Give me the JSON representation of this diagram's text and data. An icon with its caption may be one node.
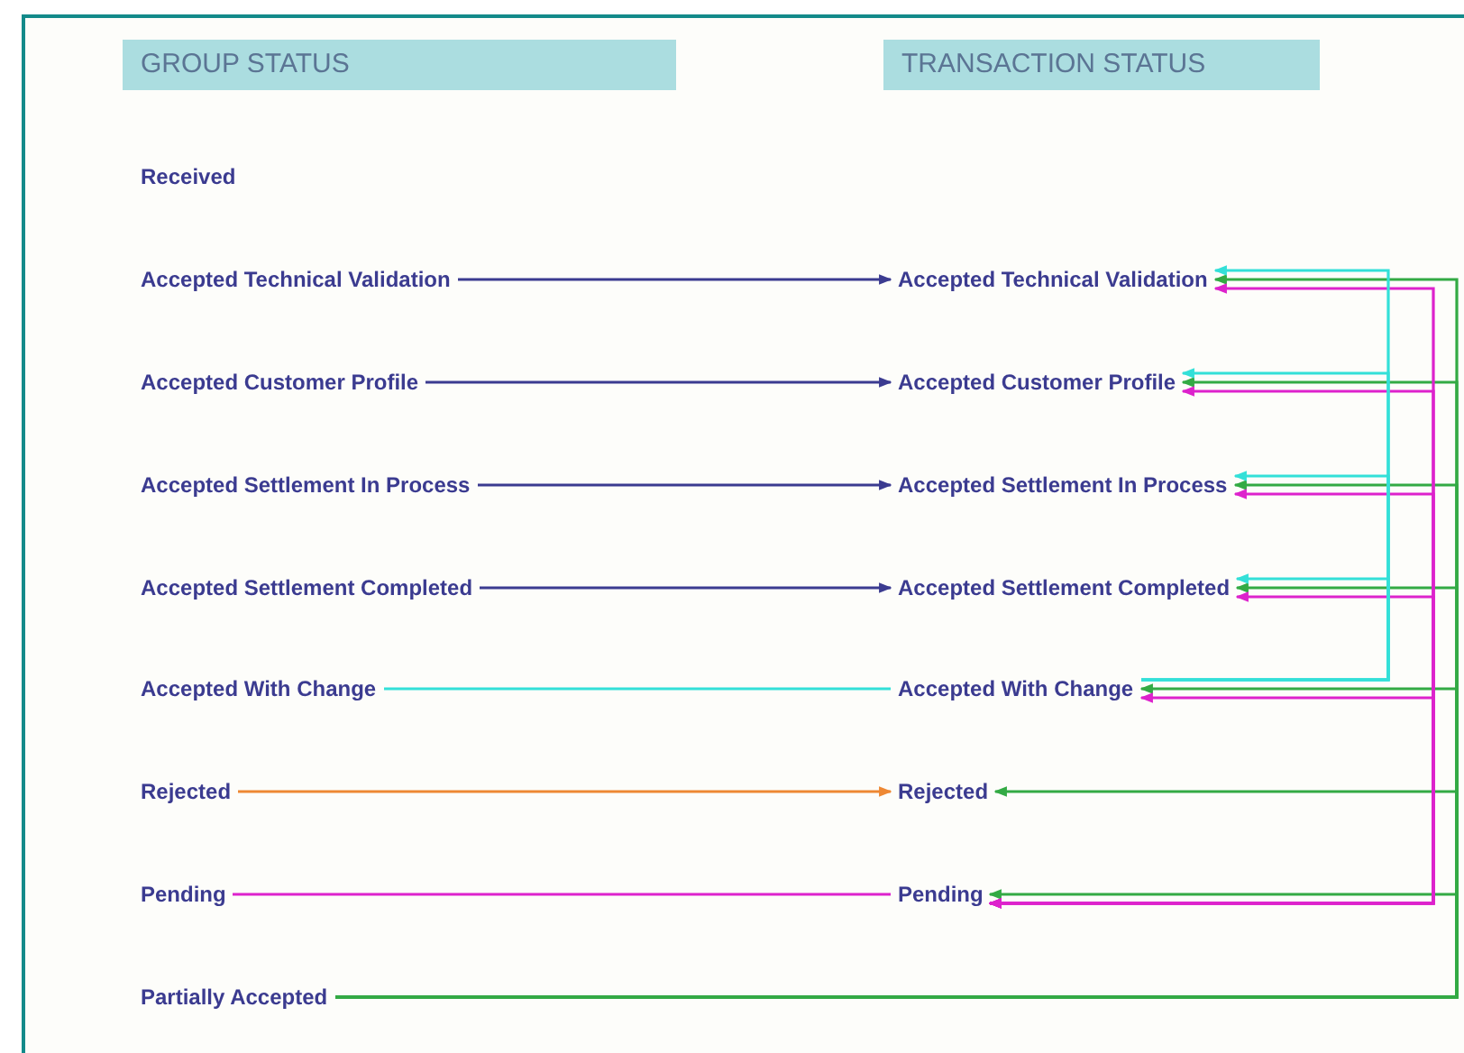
{
  "diagram": {
    "nodes": [
      {
        "text": [
          "GROUP STATUS"
        ]
      },
      {
        "text": [
          "TRANSACTION STATUS"
        ]
      },
      {
        "text": [
          "Received"
        ]
      },
      {
        "text": [
          "Accepted Technical Validation"
        ]
      },
      {
        "text": [
          "Accepted Customer Profile"
        ]
      },
      {
        "text": [
          "Accepted Settlement In Process"
        ]
      },
      {
        "text": [
          "Accepted Settlement Completed"
        ]
      },
      {
        "text": [
          "Accepted With Change"
        ]
      },
      {
        "text": [
          "Rejected"
        ]
      },
      {
        "text": [
          "Pending"
        ]
      },
      {
        "text": [
          "Partially Accepted"
        ]
      },
      {
        "text": [
          "Accepted Technical Validation"
        ]
      },
      {
        "text": [
          "Accepted Customer Profile"
        ]
      },
      {
        "text": [
          "Accepted Settlement In Process"
        ]
      },
      {
        "text": [
          "Accepted Settlement Completed"
        ]
      },
      {
        "text": [
          "Accepted With Change"
        ]
      },
      {
        "text": [
          "Rejected"
        ]
      },
      {
        "text": [
          "Pending"
        ]
      }
    ],
    "edges": [
      {
        "from": 3,
        "to": 11,
        "arrow": "to",
        "color": "#3b3b90"
      },
      {
        "from": 4,
        "to": 12,
        "arrow": "to",
        "color": "#3b3b90"
      },
      {
        "from": 5,
        "to": 13,
        "arrow": "to",
        "color": "#3b3b90"
      },
      {
        "from": 6,
        "to": 14,
        "arrow": "to",
        "color": "#3b3b90"
      },
      {
        "from": 7,
        "to": 15,
        "arrow": "none",
        "color": "#33e0d8"
      },
      {
        "from": 8,
        "to": 16,
        "arrow": "to",
        "color": "#ee8833"
      },
      {
        "from": 9,
        "to": 17,
        "arrow": "none",
        "color": "#dd22cc"
      },
      {
        "from": 15,
        "to": 11,
        "arrow": "to",
        "color": "#33e0d8"
      },
      {
        "from": 15,
        "to": 12,
        "arrow": "to",
        "color": "#33e0d8"
      },
      {
        "from": 15,
        "to": 13,
        "arrow": "to",
        "color": "#33e0d8"
      },
      {
        "from": 15,
        "to": 14,
        "arrow": "to",
        "color": "#33e0d8"
      },
      {
        "from": 17,
        "to": 11,
        "arrow": "both",
        "color": "#dd22cc"
      },
      {
        "from": 17,
        "to": 12,
        "arrow": "both",
        "color": "#dd22cc"
      },
      {
        "from": 17,
        "to": 13,
        "arrow": "both",
        "color": "#dd22cc"
      },
      {
        "from": 17,
        "to": 14,
        "arrow": "both",
        "color": "#dd22cc"
      },
      {
        "from": 17,
        "to": 15,
        "arrow": "both",
        "color": "#dd22cc"
      },
      {
        "from": 10,
        "to": 11,
        "arrow": "to",
        "color": "#33aa44"
      },
      {
        "from": 10,
        "to": 12,
        "arrow": "to",
        "color": "#33aa44"
      },
      {
        "from": 10,
        "to": 13,
        "arrow": "to",
        "color": "#33aa44"
      },
      {
        "from": 10,
        "to": 14,
        "arrow": "to",
        "color": "#33aa44"
      },
      {
        "from": 10,
        "to": 15,
        "arrow": "to",
        "color": "#33aa44"
      },
      {
        "from": 10,
        "to": 16,
        "arrow": "to",
        "color": "#33aa44"
      },
      {
        "from": 10,
        "to": 17,
        "arrow": "to",
        "color": "#33aa44"
      }
    ]
  }
}
